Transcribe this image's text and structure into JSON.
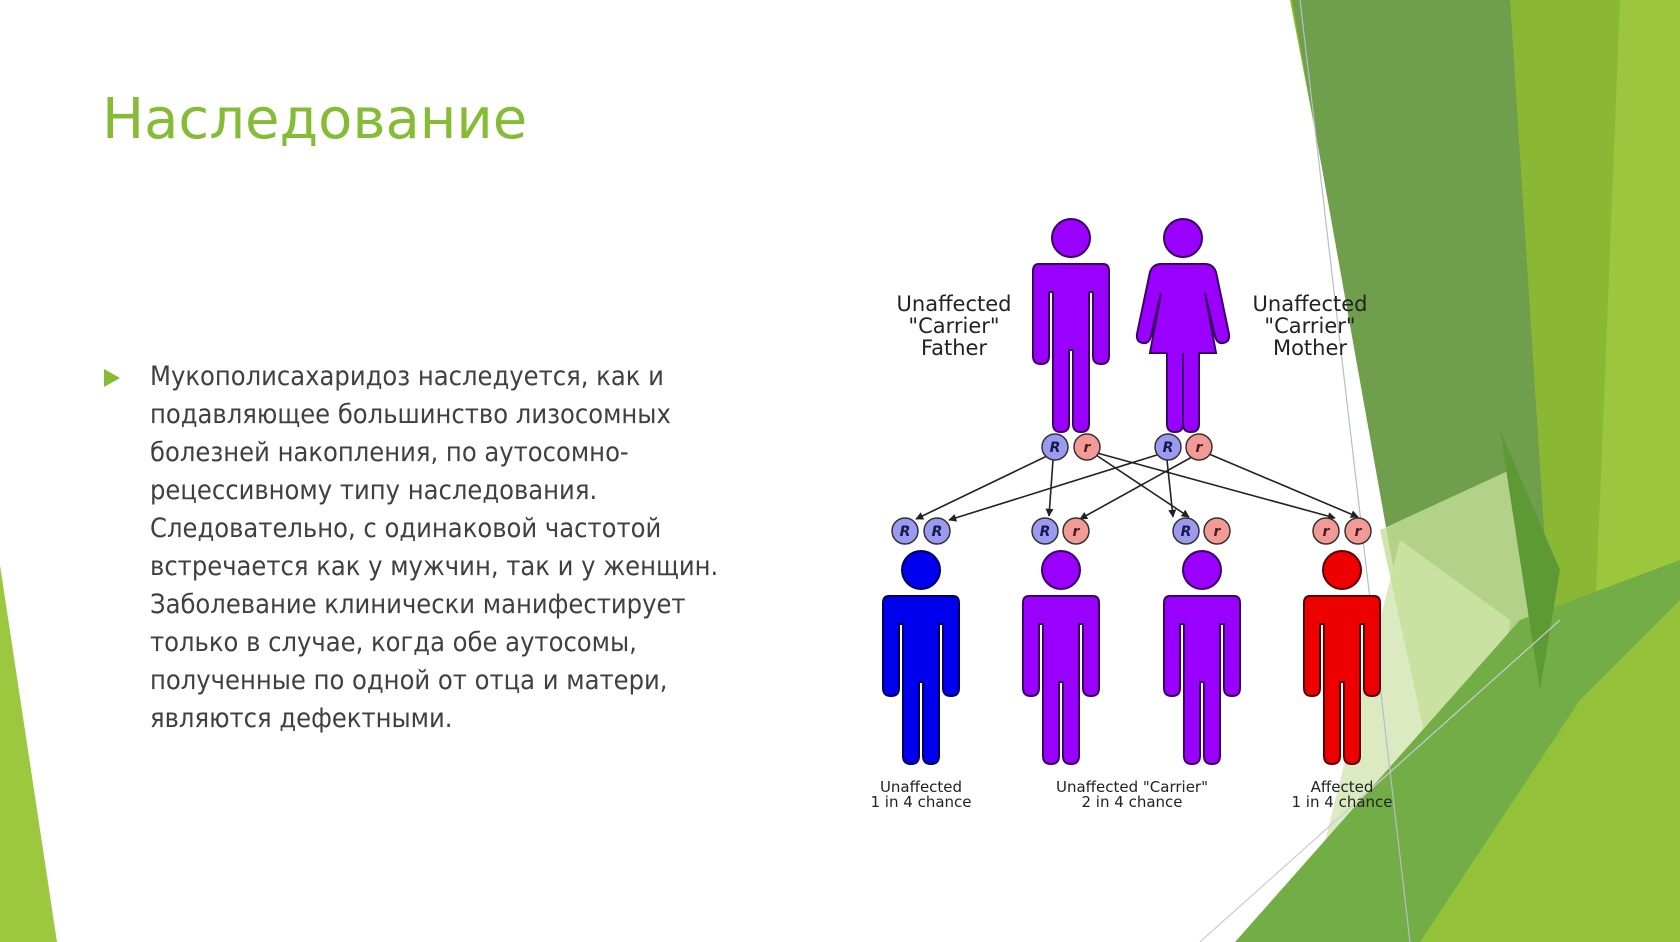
{
  "slide": {
    "title": "Наследование",
    "bullets": [
      {
        "text": "Мукополисахаридоз наследуется, как и\nподавляющее большинство лизосомных\nболезней накопления, по аутосомно-\nрецессивному типу наследования.\nСледовательно, с одинаковой частотой\nвстречается как у мужчин, так и у женщин.\nЗаболевание клинически манифестирует\nтолько в случае, когда обе аутосомы,\nполученные по одной от отца и матери,\nявляются дефектными."
      }
    ],
    "colors": {
      "accent": "#86bc35",
      "text": "#404040",
      "carrier": "#9900ff",
      "unaffected": "#0000ee",
      "affected": "#ee0000",
      "dominant_allele": "#9a9af0",
      "recessive_allele": "#f29a96"
    }
  },
  "diagram": {
    "parents": [
      {
        "role": "father",
        "label_line1": "Unaffected",
        "label_line2": "\"Carrier\"",
        "label_line3": "Father",
        "alleles": [
          "R",
          "r"
        ]
      },
      {
        "role": "mother",
        "label_line1": "Unaffected",
        "label_line2": "\"Carrier\"",
        "label_line3": "Mother",
        "alleles": [
          "R",
          "r"
        ]
      }
    ],
    "children": [
      {
        "alleles": [
          "R",
          "R"
        ],
        "status": "unaffected"
      },
      {
        "alleles": [
          "R",
          "r"
        ],
        "status": "carrier"
      },
      {
        "alleles": [
          "R",
          "r"
        ],
        "status": "carrier"
      },
      {
        "alleles": [
          "r",
          "r"
        ],
        "status": "affected"
      }
    ],
    "outcomes": [
      {
        "label": "Unaffected",
        "chance": "1 in 4 chance"
      },
      {
        "label": "Unaffected \"Carrier\"",
        "chance": "2 in 4 chance"
      },
      {
        "label": "Affected",
        "chance": "1 in 4 chance"
      }
    ]
  }
}
